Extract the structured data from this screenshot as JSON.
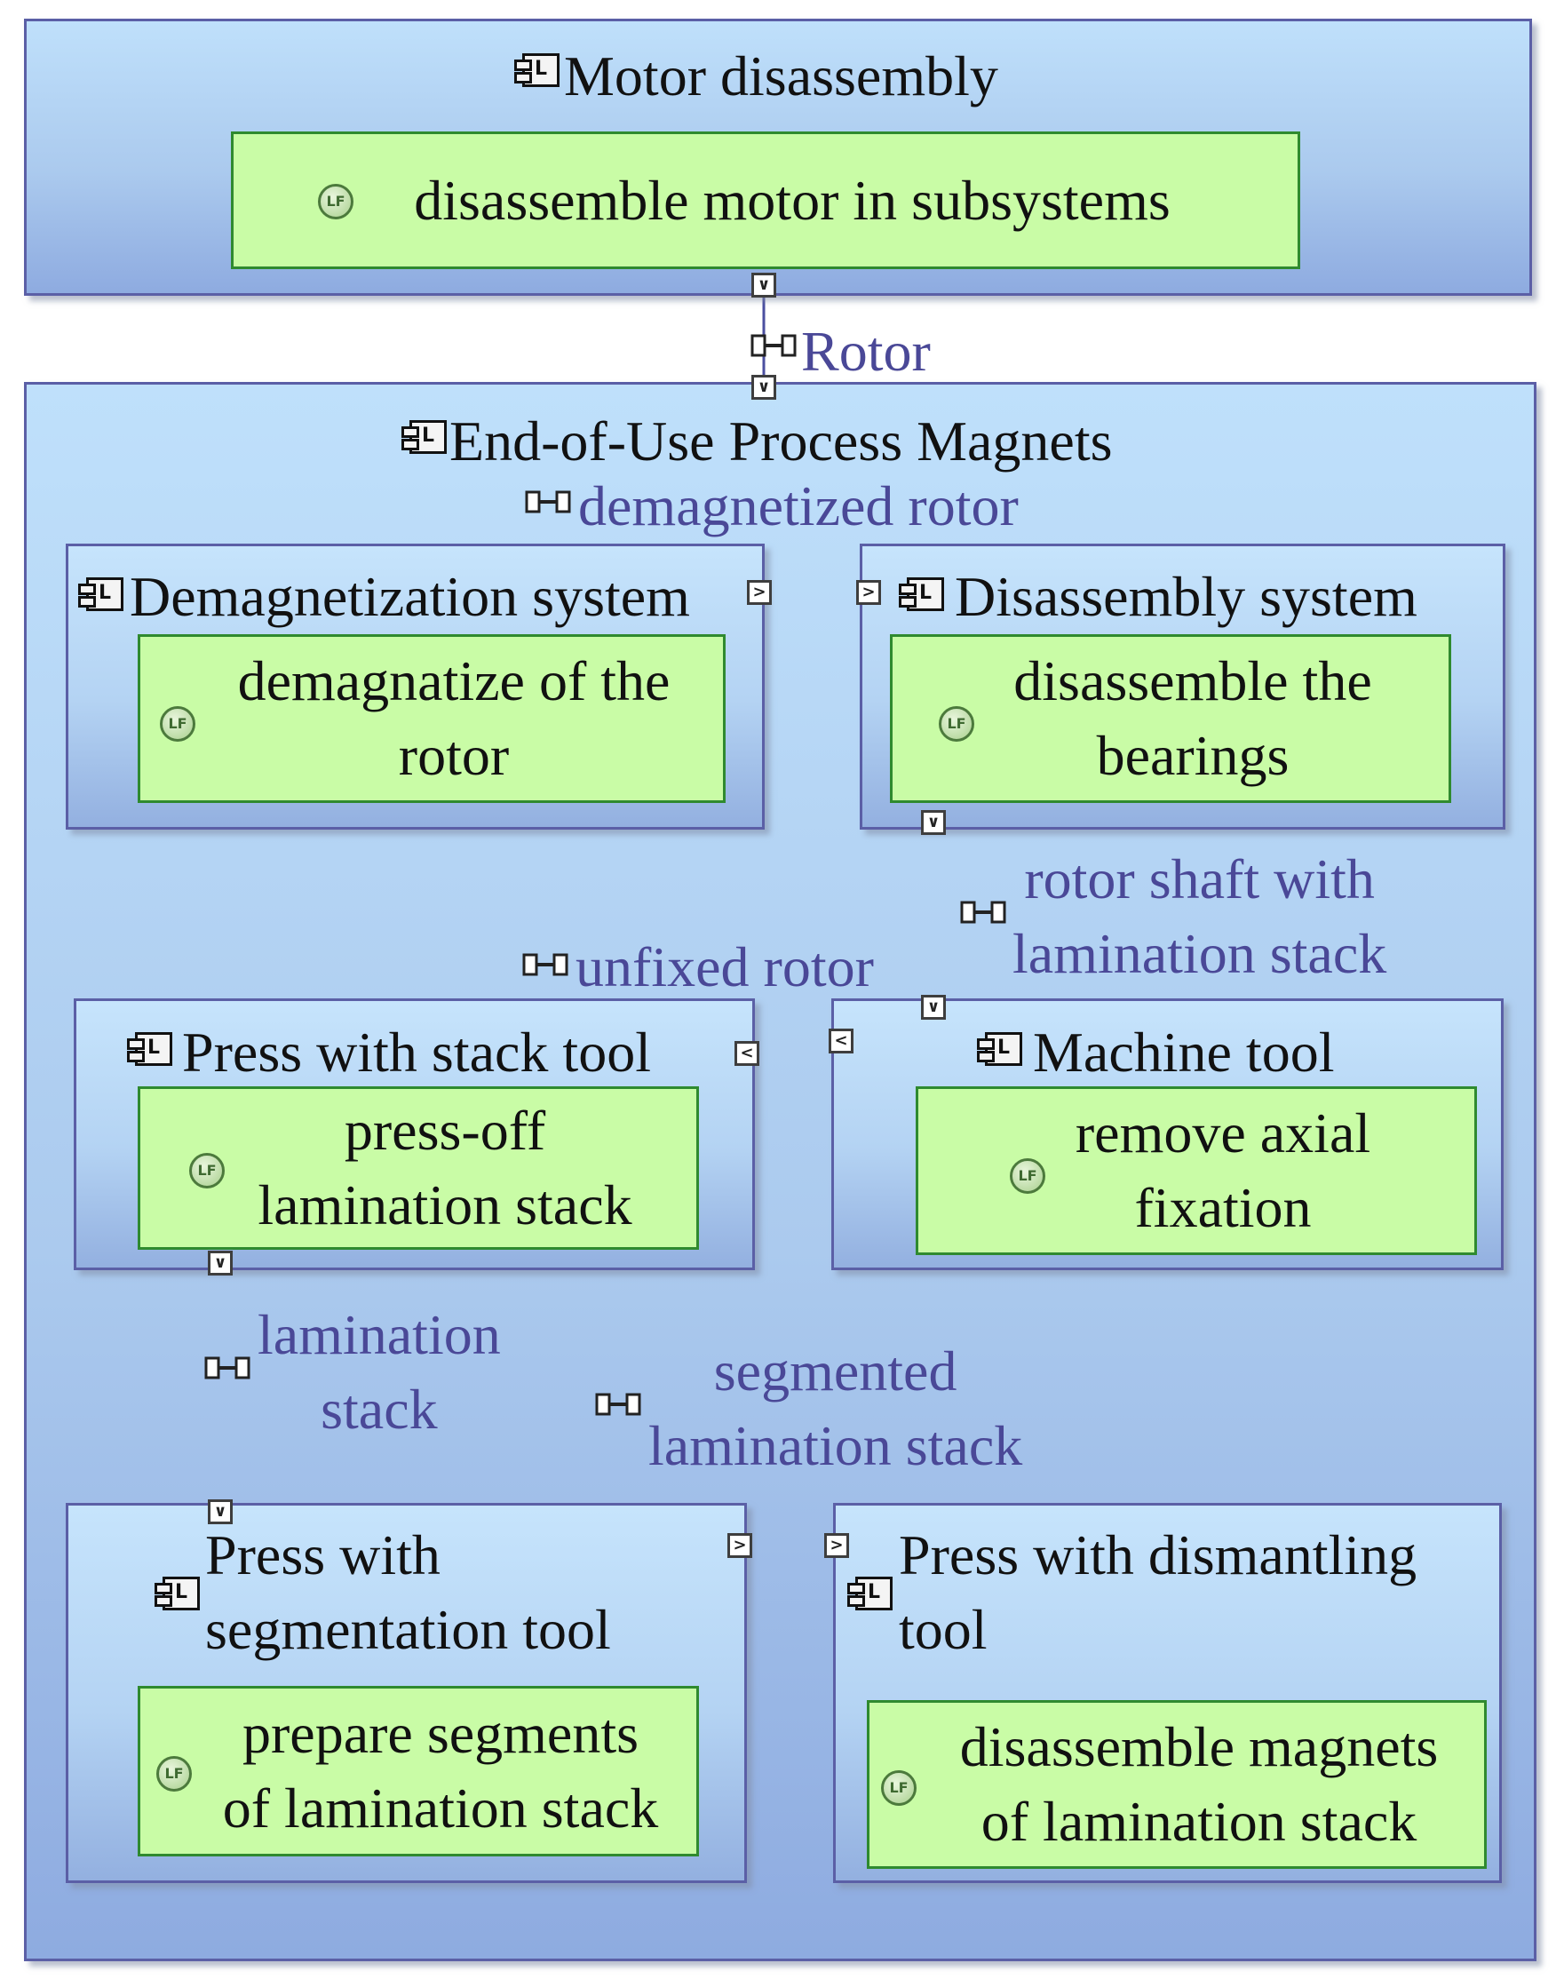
{
  "motor_disassembly": {
    "title": "Motor disassembly",
    "function": "disassemble motor in subsystems"
  },
  "flow_rotor": "Rotor",
  "end_of_use": {
    "title": "End-of-Use Process Magnets",
    "flow_demagnetized": "demagnetized rotor",
    "demagnetization": {
      "title": "Demagnetization system",
      "function_lines": [
        "demagnatize of the",
        "rotor"
      ]
    },
    "disassembly": {
      "title": "Disassembly system",
      "function_lines": [
        "disassemble the",
        "bearings"
      ]
    },
    "flow_rotor_shaft": [
      "rotor shaft with",
      "lamination stack"
    ],
    "flow_unfixed": "unfixed rotor",
    "press_stack": {
      "title": "Press with stack tool",
      "function_lines": [
        "press-off",
        "lamination stack"
      ]
    },
    "machine_tool": {
      "title": "Machine tool",
      "function_lines": [
        "remove axial",
        "fixation"
      ]
    },
    "flow_lamination": [
      "lamination",
      "stack"
    ],
    "flow_segmented": [
      "segmented",
      "lamination stack"
    ],
    "press_segmentation": {
      "title_lines": [
        "Press with",
        "segmentation tool"
      ],
      "function_lines": [
        "prepare segments",
        "of lamination stack"
      ]
    },
    "press_dismantling": {
      "title_lines": [
        "Press with dismantling",
        "tool"
      ],
      "function_lines": [
        "disassemble magnets",
        "of lamination stack"
      ]
    }
  },
  "icons": {
    "component": "component-icon",
    "function": "logical-function-icon",
    "exchange": "functional-exchange-icon",
    "port_in": "port-in-icon",
    "port_out": "port-out-icon"
  },
  "colors": {
    "block_border": "#5b5fa6",
    "block_fill": "#b4d3f3",
    "function_fill": "#c9fca6",
    "function_border": "#2f8a2f",
    "exchange_text": "#4a4897",
    "link_line": "#4b4fa0"
  },
  "icon_glyphs": {
    "component": "L",
    "function": "LF",
    "port_down": "∨",
    "port_right": ">",
    "port_left": "<"
  }
}
